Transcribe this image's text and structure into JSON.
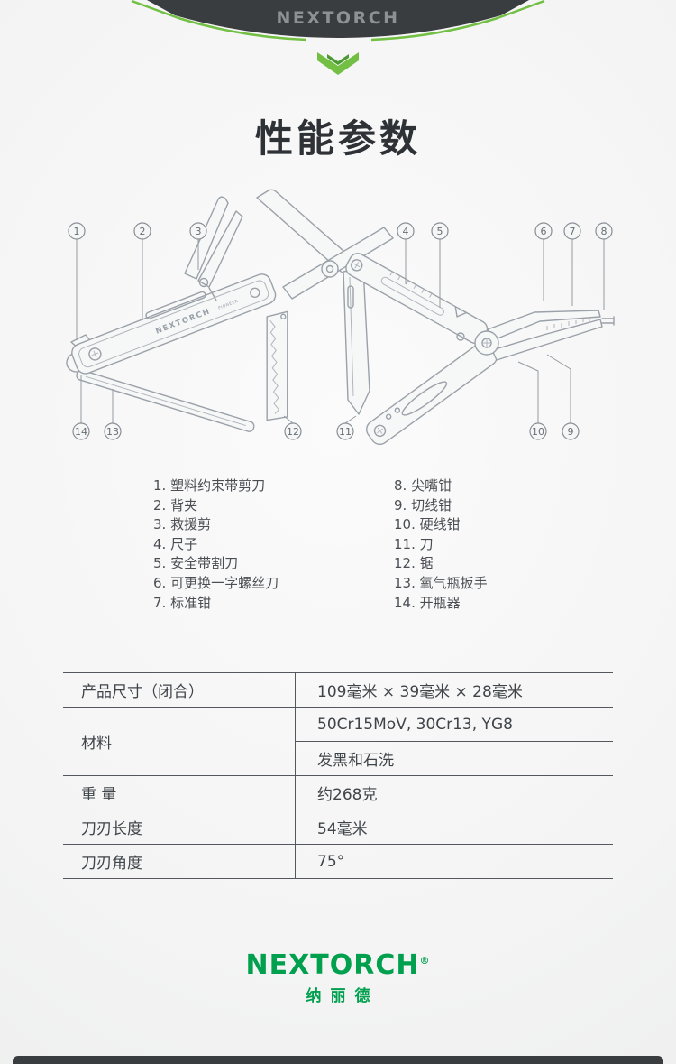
{
  "header": {
    "brand": "NEXTORCH"
  },
  "page": {
    "title": "性能参数"
  },
  "diagram": {
    "handle_brand": "NEXTORCH",
    "handle_model": "PIONEER",
    "callouts": [
      "1",
      "2",
      "3",
      "4",
      "5",
      "6",
      "7",
      "8",
      "9",
      "10",
      "11",
      "12",
      "13",
      "14"
    ]
  },
  "legend": {
    "left": [
      "1. 塑料约束带剪刀",
      "2. 背夹",
      "3. 救援剪",
      "4. 尺子",
      "5. 安全带割刀",
      "6. 可更换一字螺丝刀",
      "7. 标准钳"
    ],
    "right": [
      "8. 尖嘴钳",
      "9. 切线钳",
      "10. 硬线钳",
      "11. 刀",
      "12. 锯",
      "13. 氧气瓶扳手",
      "14. 开瓶器"
    ]
  },
  "spec_table": {
    "rows": [
      {
        "label": "产品尺寸（闭合）",
        "value": "109毫米 × 39毫米 × 28毫米"
      },
      {
        "label": "材料",
        "value": "50Cr15MoV, 30Cr13, YG8",
        "value2": "发黑和石洗"
      },
      {
        "label": "重 量",
        "value": "约268克"
      },
      {
        "label": "刀刃长度",
        "value": "54毫米"
      },
      {
        "label": "刀刃角度",
        "value": "75°"
      }
    ]
  },
  "footer": {
    "brand": "NEXTORCH",
    "registered": "®",
    "brand_cn": "纳丽德"
  },
  "colors": {
    "accent_green": "#72bf44",
    "logo_green": "#00a04e",
    "banner_dark": "#3a3d3f",
    "line_art_gray": "#9aa1a8",
    "text_dark": "#2e3236"
  }
}
